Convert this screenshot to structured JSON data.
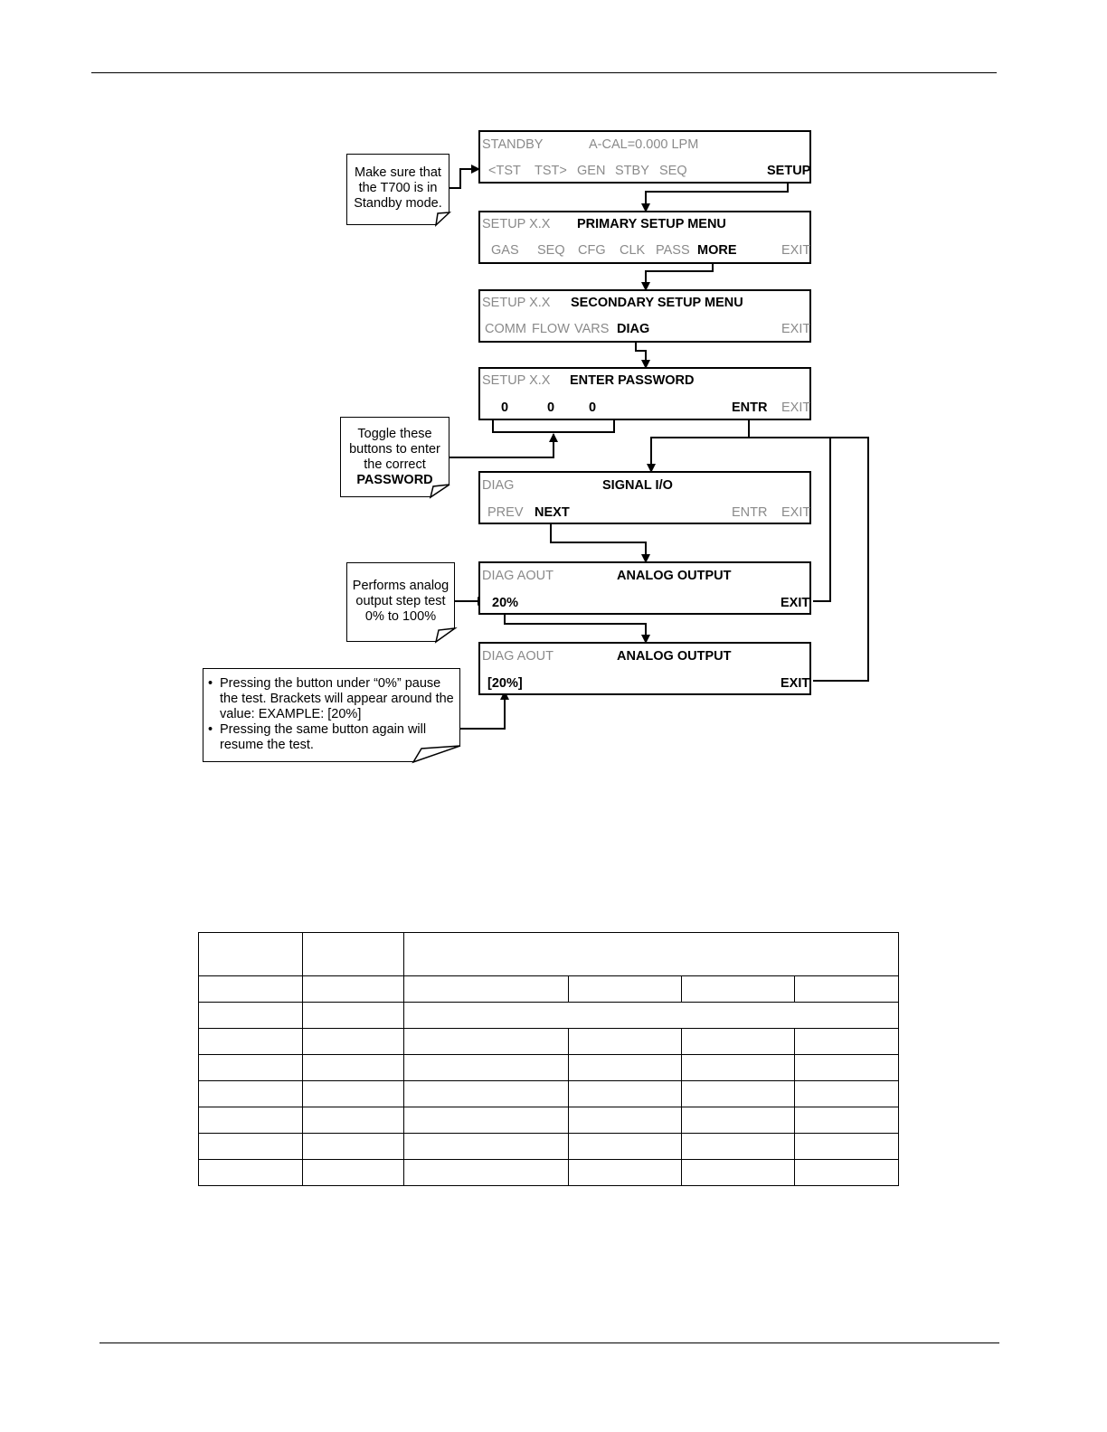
{
  "panels": {
    "standby": {
      "status": "STANDBY",
      "reading": "A-CAL=0.000 LPM",
      "buttons": [
        "<TST",
        "TST>",
        "GEN",
        "STBY",
        "SEQ"
      ],
      "active_button": "SETUP"
    },
    "primary_setup": {
      "mode": "SETUP X.X",
      "title": "PRIMARY SETUP MENU",
      "buttons": [
        "GAS",
        "SEQ",
        "CFG",
        "CLK",
        "PASS"
      ],
      "active_button": "MORE",
      "exit": "EXIT"
    },
    "secondary_setup": {
      "mode": "SETUP X.X",
      "title": "SECONDARY SETUP MENU",
      "buttons": [
        "COMM",
        "FLOW",
        "VARS"
      ],
      "active_button": "DIAG",
      "exit": "EXIT"
    },
    "password": {
      "mode": "SETUP X.X",
      "title": "ENTER PASSWORD",
      "digits": [
        "0",
        "0",
        "0"
      ],
      "entr": "ENTR",
      "exit": "EXIT"
    },
    "signal_io": {
      "mode": "DIAG",
      "title": "SIGNAL I/O",
      "prev": "PREV",
      "next": "NEXT",
      "entr": "ENTR",
      "exit": "EXIT"
    },
    "analog_output_1": {
      "mode": "DIAG AOUT",
      "title": "ANALOG OUTPUT",
      "value": "20%",
      "exit": "EXIT"
    },
    "analog_output_2": {
      "mode": "DIAG AOUT",
      "title": "ANALOG OUTPUT",
      "value": "[20%]",
      "exit": "EXIT"
    }
  },
  "notes": {
    "standby": [
      "Make sure that",
      "the T700 is in",
      "Standby mode."
    ],
    "password": [
      "Toggle these",
      "buttons to enter",
      "the correct",
      "PASSWORD"
    ],
    "step_test": [
      "Performs analog",
      "output step test",
      "0% to 100%"
    ],
    "pause": {
      "bullet1": [
        "Pressing the button under “0%”  pause",
        "the test. Brackets will appear around the",
        "value: EXAMPLE: [20%]"
      ],
      "bullet2": [
        "Pressing the same button again will",
        "resume the test."
      ]
    }
  }
}
